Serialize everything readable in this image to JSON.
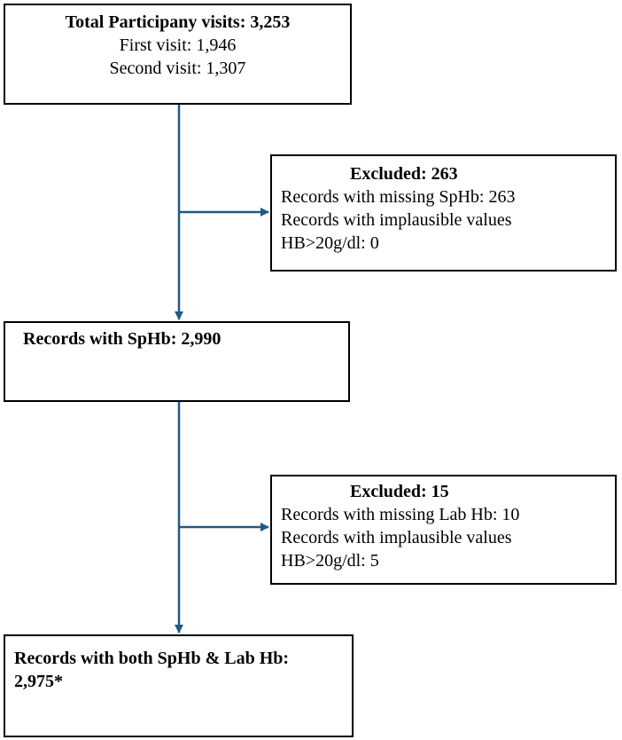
{
  "boxes": {
    "total": {
      "heading": "Total Participany visits: 3,253",
      "line1": "First visit: 1,946",
      "line2": "Second visit: 1,307"
    },
    "excluded1": {
      "heading": "Excluded: 263",
      "line1": "Records with missing SpHb: 263",
      "line2": "Records with implausible values",
      "line3": "HB>20g/dl: 0"
    },
    "with_sphb": {
      "heading": "Records with SpHb: 2,990"
    },
    "excluded2": {
      "heading": "Excluded: 15",
      "line1": "Records with missing Lab Hb: 10",
      "line2": "Records with implausible values",
      "line3": "HB>20g/dl: 5"
    },
    "final": {
      "line1": "Records with both SpHb & Lab Hb:",
      "line2": "2,975*"
    }
  },
  "colors": {
    "connector": "#1f5a84",
    "border": "#000000"
  }
}
